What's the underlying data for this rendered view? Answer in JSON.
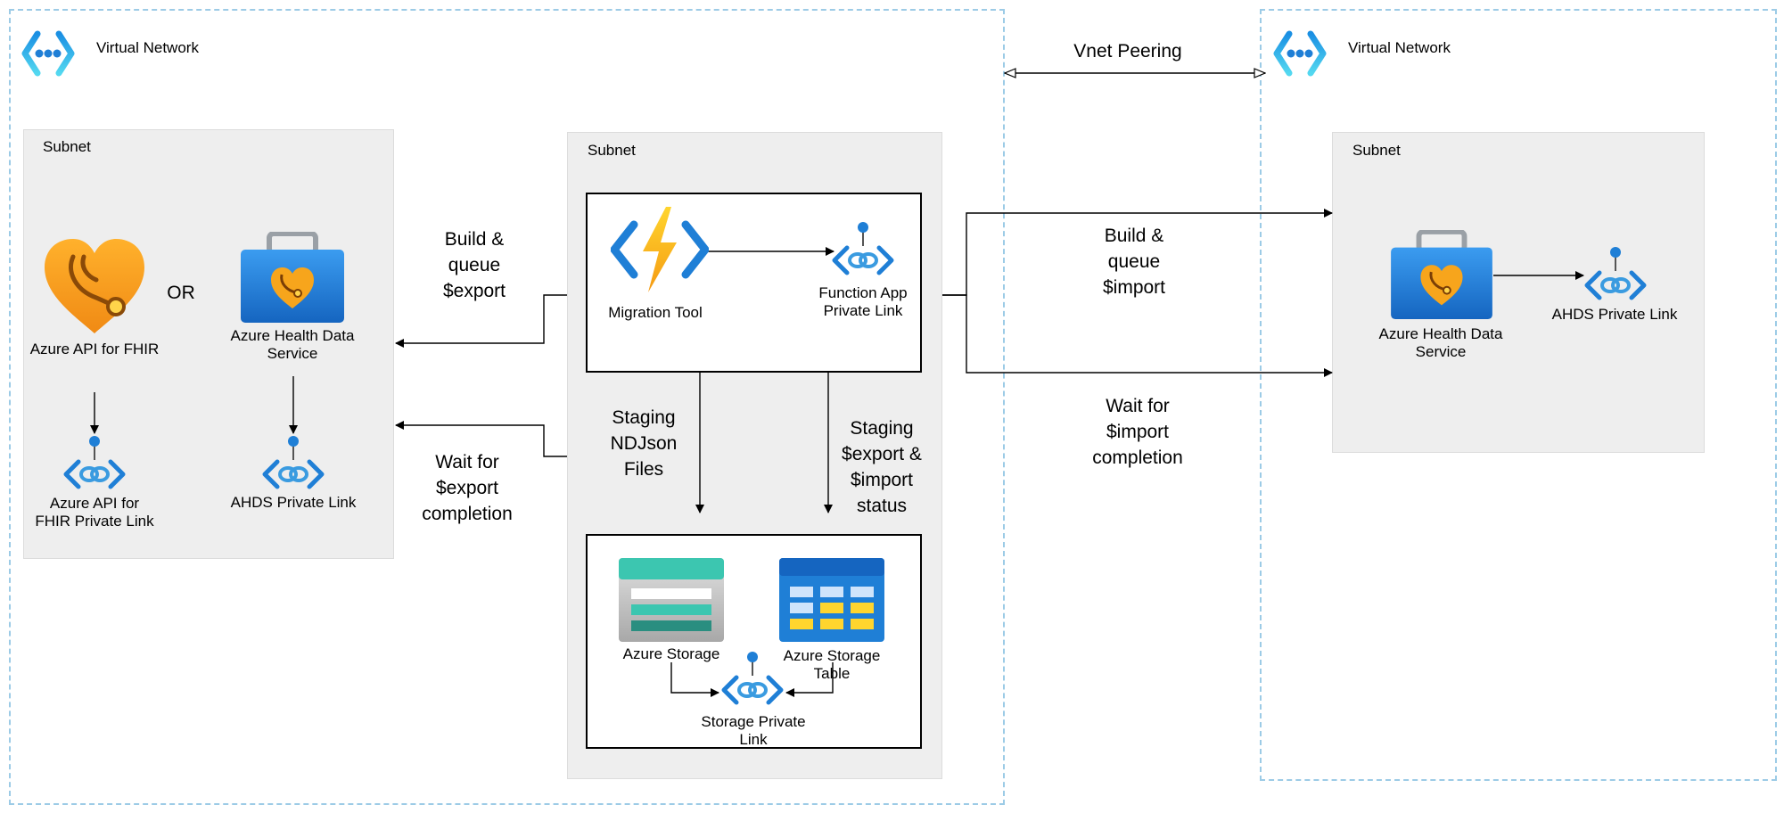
{
  "vnet_left": {
    "label": "Virtual Network",
    "icon": "virtual-network-icon"
  },
  "vnet_right": {
    "label": "Virtual Network",
    "icon": "virtual-network-icon"
  },
  "peering": {
    "label": "Vnet Peering"
  },
  "subnet_left": {
    "label": "Subnet",
    "fhir": "Azure API for FHIR",
    "or": "OR",
    "ahds": "Azure Health Data Service",
    "fhir_link": "Azure API for FHIR Private Link",
    "ahds_link": "AHDS Private Link"
  },
  "subnet_mid": {
    "label": "Subnet",
    "migration_tool": "Migration Tool",
    "function_link": "Function App Private Link",
    "azure_storage": "Azure Storage",
    "storage_table": "Azure Storage Table",
    "storage_link": "Storage Private Link"
  },
  "subnet_right": {
    "label": "Subnet",
    "ahds": "Azure Health Data Service",
    "ahds_link": "AHDS Private Link"
  },
  "flows": {
    "build_export": "Build & queue $export",
    "wait_export": "Wait for $export completion",
    "staging_ndjson": "Staging NDJson Files",
    "staging_status": "Staging $export & $import status",
    "build_import": "Build & queue $import",
    "wait_import": "Wait for $import completion"
  },
  "colors": {
    "vnet_border": "#9ccbe6",
    "subnet_fill": "#eeeeee",
    "heart_orange": "#f7a51c",
    "azure_blue": "#1f7fd6",
    "storage_teal": "#3cc6b0"
  }
}
